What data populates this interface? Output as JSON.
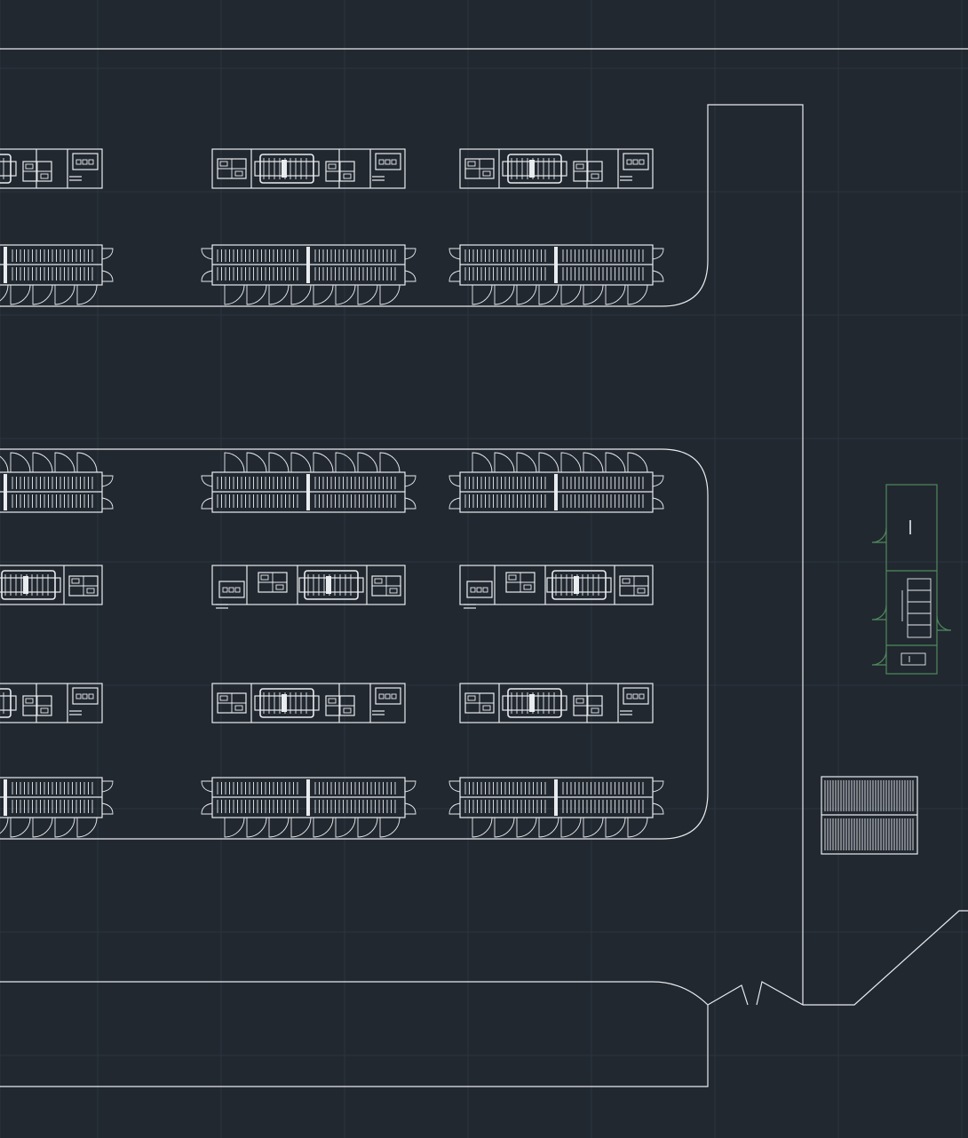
{
  "canvas": {
    "background": "#212830",
    "grid_color": "#2c3540",
    "line_color": "#e9ecef",
    "accent_color": "#4f8a5c"
  },
  "drawing": {
    "block_columns": 3,
    "unit_rows": [
      {
        "kind": "equipment-row",
        "variant": "a"
      },
      {
        "kind": "rack-row",
        "doors": "below"
      },
      {
        "kind": "rack-row",
        "doors": "above"
      },
      {
        "kind": "equipment-row",
        "variant": "b"
      },
      {
        "kind": "equipment-row",
        "variant": "a"
      },
      {
        "kind": "rack-row",
        "doors": "below"
      }
    ],
    "side_building": {
      "icon": "green-building-icon",
      "sections": 3
    },
    "side_rack": {
      "icon": "rack-block-icon"
    }
  }
}
